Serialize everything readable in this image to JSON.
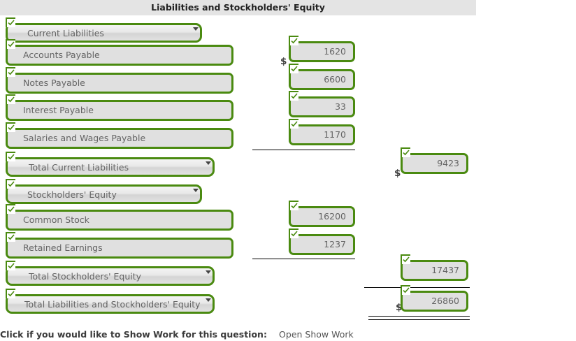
{
  "header": {
    "title": "Liabilities and Stockholders' Equity"
  },
  "icons": {
    "check": "check-icon",
    "spinner": "spinner-arrows-icon"
  },
  "colors": {
    "correct_green": "#4a8a10",
    "field_bg": "#e0e0e0",
    "header_bg": "#e4e4e4",
    "text_grey": "#646464"
  },
  "currency_symbol": "$",
  "rows": [
    {
      "kind": "select",
      "label": "Current Liabilities",
      "indent": 0
    },
    {
      "kind": "item",
      "label": "Accounts Payable",
      "amount": "1620",
      "dollar": true,
      "column": "mid"
    },
    {
      "kind": "item",
      "label": "Notes Payable",
      "amount": "6600",
      "dollar": false,
      "column": "mid"
    },
    {
      "kind": "item",
      "label": "Interest Payable",
      "amount": "33",
      "dollar": false,
      "column": "mid"
    },
    {
      "kind": "item",
      "label": "Salaries and Wages Payable",
      "amount": "1170",
      "dollar": false,
      "column": "mid"
    },
    {
      "kind": "total-select",
      "label": "Total Current Liabilities",
      "amount": "9423",
      "dollar": true,
      "column": "right",
      "indent": 1
    },
    {
      "kind": "select",
      "label": "Stockholders' Equity",
      "indent": 0
    },
    {
      "kind": "item",
      "label": "Common Stock",
      "amount": "16200",
      "dollar": false,
      "column": "mid"
    },
    {
      "kind": "item",
      "label": "Retained Earnings",
      "amount": "1237",
      "dollar": false,
      "column": "mid"
    },
    {
      "kind": "total-select",
      "label": "Total Stockholders' Equity",
      "amount": "17437",
      "dollar": false,
      "column": "right",
      "indent": 1
    },
    {
      "kind": "total-select",
      "label": "Total Liabilities and Stockholders' Equity",
      "amount": "26860",
      "dollar": true,
      "column": "right",
      "indent": 1
    }
  ],
  "footer": {
    "label": "Click if you would like to Show Work for this question:",
    "link": "Open Show Work"
  }
}
